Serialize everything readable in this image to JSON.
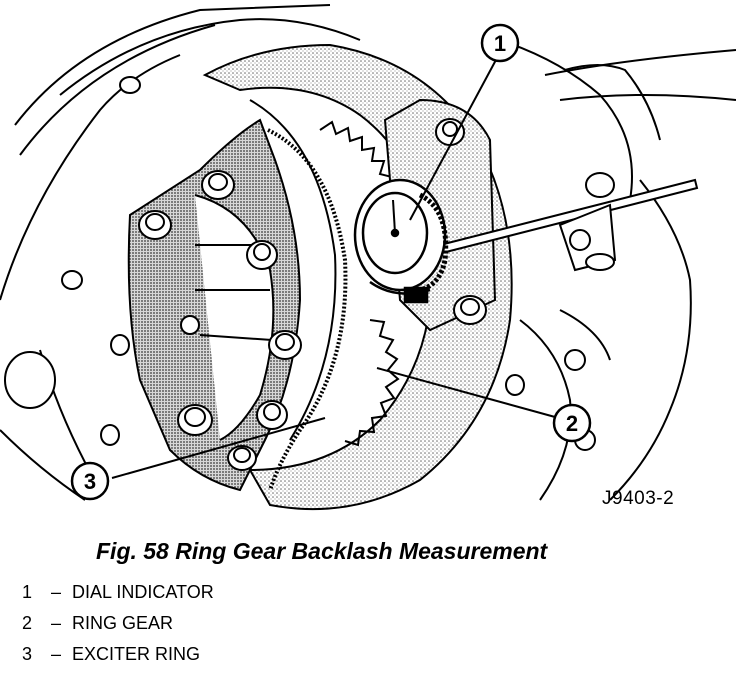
{
  "figure": {
    "code": "J9403-2",
    "callouts": {
      "c1": "1",
      "c2": "2",
      "c3": "3"
    }
  },
  "caption": "Fig. 58 Ring Gear Backlash Measurement",
  "legend": [
    {
      "num": "1",
      "dash": "–",
      "label": "DIAL INDICATOR"
    },
    {
      "num": "2",
      "dash": "–",
      "label": "RING GEAR"
    },
    {
      "num": "3",
      "dash": "–",
      "label": "EXCITER RING"
    }
  ]
}
